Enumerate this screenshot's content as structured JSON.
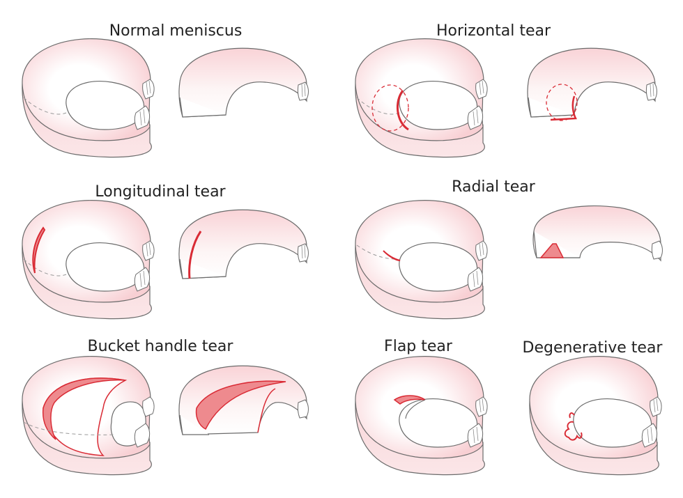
{
  "labels": {
    "normal": "Normal meniscus",
    "horizontal": "Horizontal tear",
    "longitudinal": "Longitudinal tear",
    "radial": "Radial tear",
    "bucket": "Bucket handle tear",
    "flap": "Flap tear",
    "degenerative": "Degenerative tear"
  },
  "colors": {
    "tissue_fill": "#fbe1e3",
    "tissue_light": "#fdf3f3",
    "outline": "#6b6b6b",
    "tear": "#d92b35",
    "tear_fill": "#ee8a8e"
  }
}
